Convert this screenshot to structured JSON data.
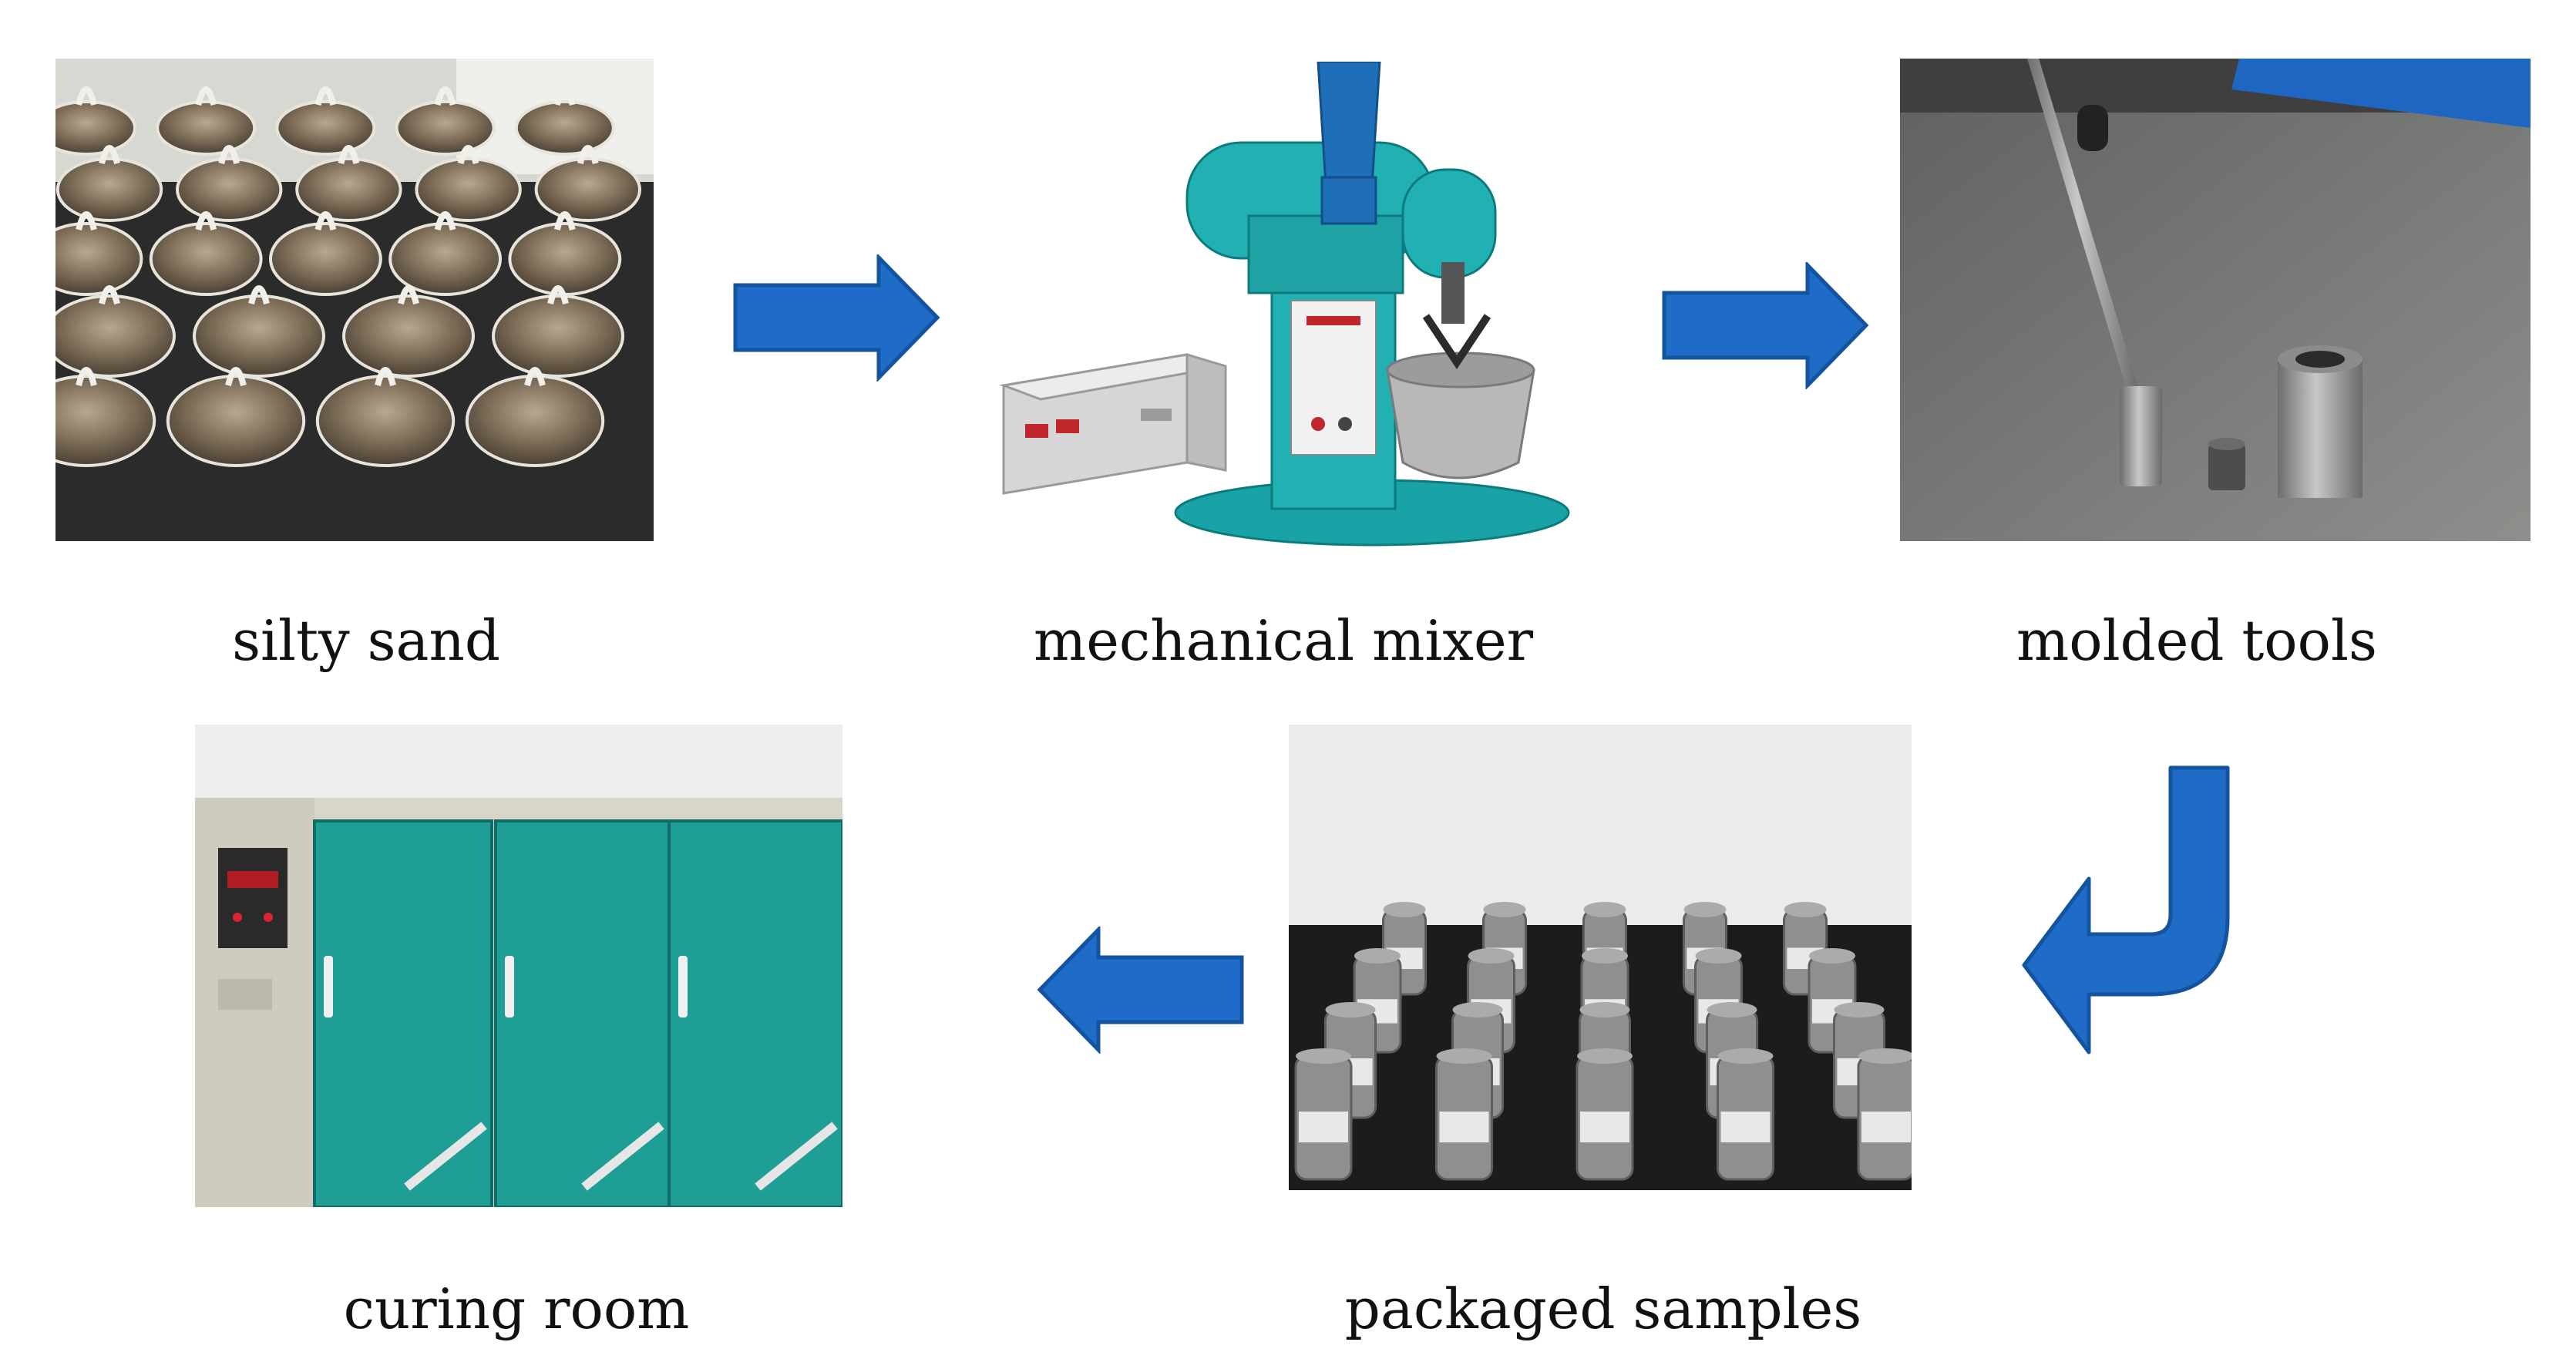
{
  "diagram": {
    "steps": [
      {
        "id": "silty-sand",
        "label": "silty sand"
      },
      {
        "id": "mechanical-mixer",
        "label": "mechanical mixer"
      },
      {
        "id": "molded-tools",
        "label": "molded tools"
      },
      {
        "id": "packaged-samples",
        "label": "packaged samples"
      },
      {
        "id": "curing-room",
        "label": "curing room"
      }
    ],
    "arrow_color": "#1f6cc8",
    "arrow_outline": "#14539e"
  }
}
